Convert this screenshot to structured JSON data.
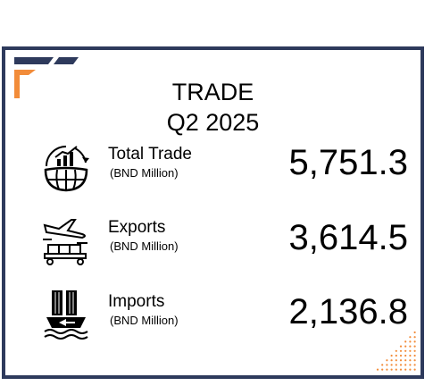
{
  "header": {
    "title": "TRADE",
    "period": "Q2 2025"
  },
  "colors": {
    "border": "#2e3a5c",
    "accent": "#f28c3a",
    "navy": "#2e3a5c"
  },
  "rows": [
    {
      "icon": "globe-chart-icon",
      "label": "Total Trade",
      "unit": "(BND Million)",
      "value": "5,751.3"
    },
    {
      "icon": "plane-cargo-icon",
      "label": "Exports",
      "unit": "(BND Million)",
      "value": "3,614.5"
    },
    {
      "icon": "ship-containers-icon",
      "label": "Imports",
      "unit": "(BND Million)",
      "value": "2,136.8"
    }
  ]
}
